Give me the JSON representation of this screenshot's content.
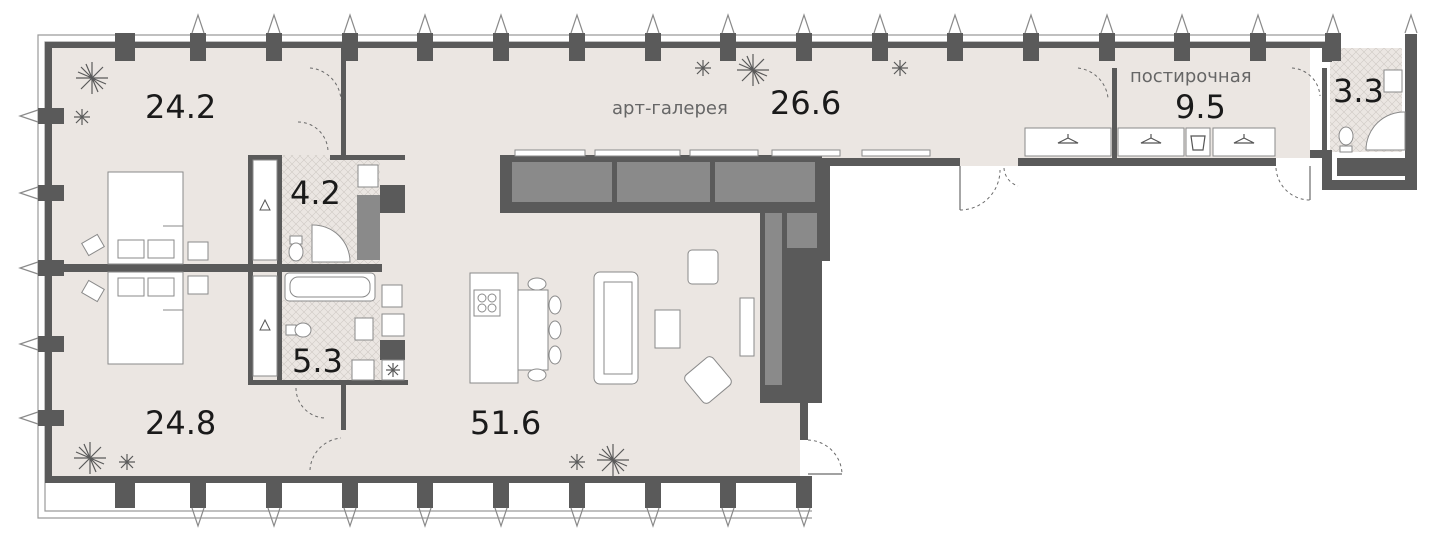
{
  "plan": {
    "colors": {
      "floor": "#ebe6e2",
      "wall": "#5a5a5a",
      "wall_light": "#8a8a8a",
      "frame": "#9a9a9a",
      "text": "#1a1a1a",
      "muted": "#666666"
    },
    "rooms": [
      {
        "id": "bedroom-top",
        "area": "24.2",
        "name": ""
      },
      {
        "id": "bedroom-bottom",
        "area": "24.8",
        "name": ""
      },
      {
        "id": "bathroom-top",
        "area": "4.2",
        "name": ""
      },
      {
        "id": "bathroom-bottom",
        "area": "5.3",
        "name": ""
      },
      {
        "id": "living",
        "area": "51.6",
        "name": ""
      },
      {
        "id": "gallery",
        "area": "26.6",
        "name": "арт-галерея"
      },
      {
        "id": "laundry",
        "area": "9.5",
        "name": "постирочная"
      },
      {
        "id": "wc",
        "area": "3.3",
        "name": ""
      }
    ]
  }
}
